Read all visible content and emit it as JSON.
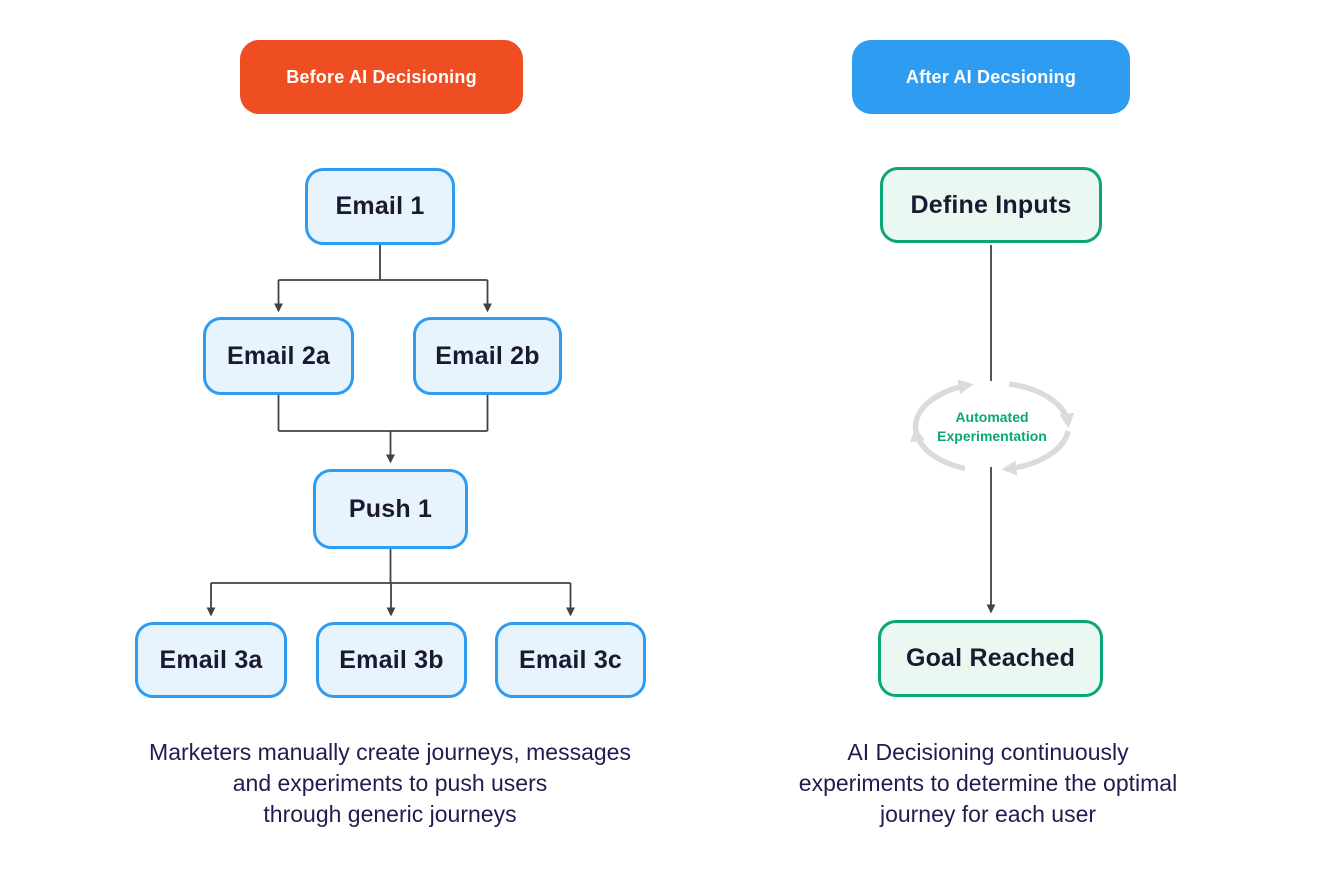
{
  "left_panel": {
    "badge": {
      "label": "Before AI Decisioning",
      "color": "#EF4E23"
    },
    "nodes": {
      "email1": "Email 1",
      "email2a": "Email 2a",
      "email2b": "Email 2b",
      "push1": "Push 1",
      "email3a": "Email 3a",
      "email3b": "Email 3b",
      "email3c": "Email 3c"
    },
    "node_style": {
      "border_color": "#2E9CF0",
      "fill_color": "#E8F4FD"
    },
    "caption": "Marketers manually create journeys, messages\nand experiments to push users\nthrough generic journeys"
  },
  "right_panel": {
    "badge": {
      "label": "After AI Decsioning",
      "color": "#2E9CF0"
    },
    "nodes": {
      "define_inputs": "Define Inputs",
      "goal_reached": "Goal Reached"
    },
    "node_style": {
      "border_color": "#0BA677",
      "fill_color": "#EAF8F1"
    },
    "loop_label": "Automated\nExperimentation",
    "loop_color": "#DBDBDB",
    "loop_text_color": "#0BA677",
    "caption": "AI Decisioning continuously\nexperiments to determine the optimal\njourney for each user"
  },
  "colors": {
    "background": "#FFFFFF",
    "connector_line": "#424242",
    "node_text": "#1A1930",
    "caption_text": "#1F1D4F"
  }
}
